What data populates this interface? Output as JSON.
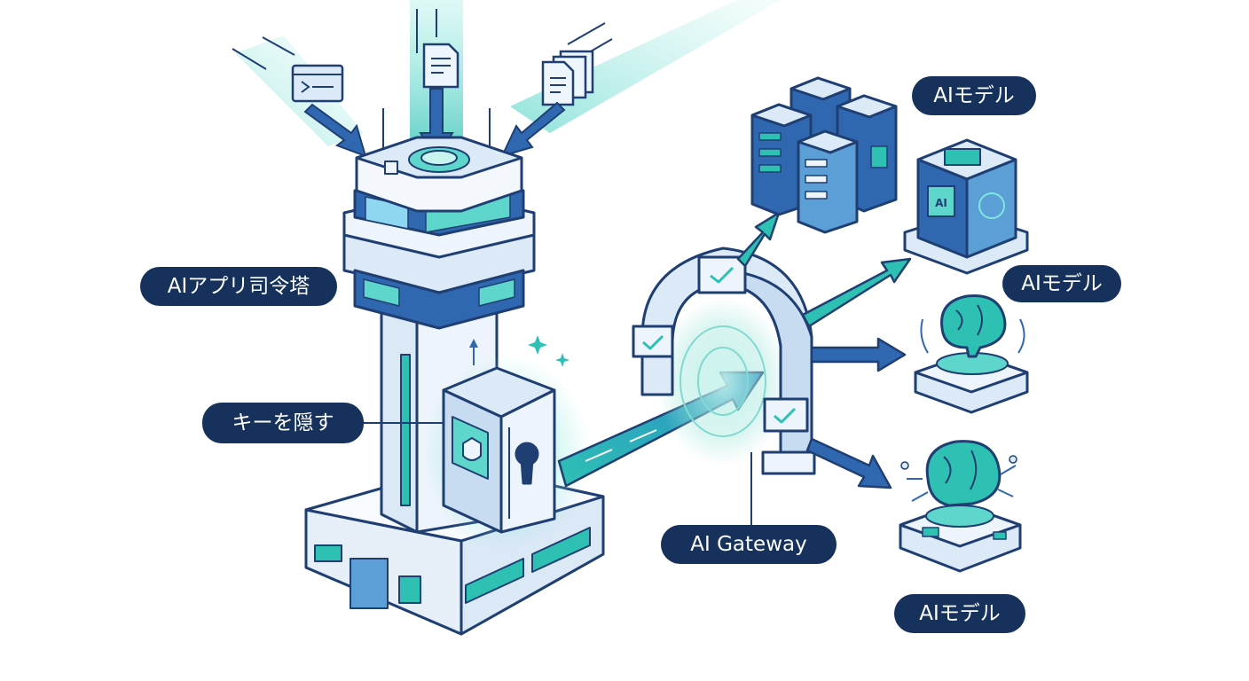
{
  "labels": {
    "control_tower": "AIアプリ司令塔",
    "hide_key": "キーを隠す",
    "gateway": "AI Gateway",
    "model_top": "AIモデル",
    "model_mid": "AIモデル",
    "model_bottom": "AIモデル",
    "model_chip_text": "AI"
  },
  "colors": {
    "navy": "#16325c",
    "outline": "#1f3f73",
    "blue": "#2f68b0",
    "teal": "#2fc0b4",
    "light": "#e8f1fb"
  }
}
